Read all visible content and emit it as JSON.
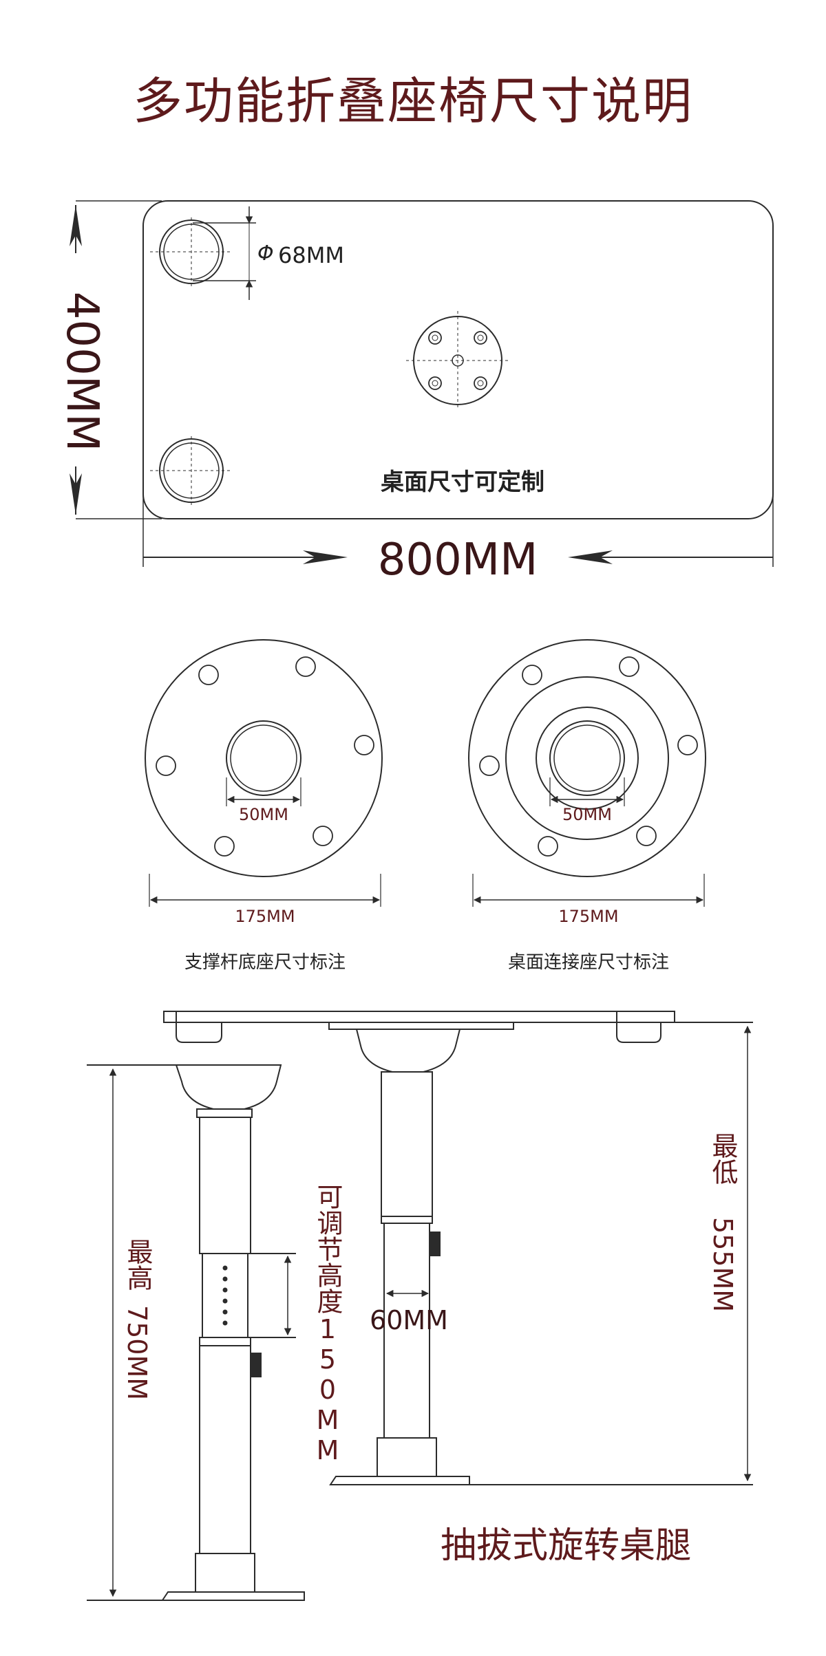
{
  "title": "多功能折叠座椅尺寸说明",
  "top_view": {
    "width_label": "800MM",
    "height_label": "400MM",
    "hole_label": "68MM",
    "phi": "Φ",
    "note": "桌面尺寸可定制"
  },
  "bases": {
    "left": {
      "inner_label": "50MM",
      "outer_label": "175MM",
      "caption": "支撑杆底座尺寸标注"
    },
    "right": {
      "inner_label": "50MM",
      "outer_label": "175MM",
      "caption": "桌面连接座尺寸标注"
    }
  },
  "legs": {
    "max_label": "最高",
    "max_value": "750MM",
    "adjust_label": "可调节高度150MM",
    "width_label": "60MM",
    "min_label": "最低",
    "min_value": "555MM",
    "caption": "抽拔式旋转桌腿"
  },
  "colors": {
    "maroon": "#5e1a1c",
    "line": "#2b2b2b"
  }
}
